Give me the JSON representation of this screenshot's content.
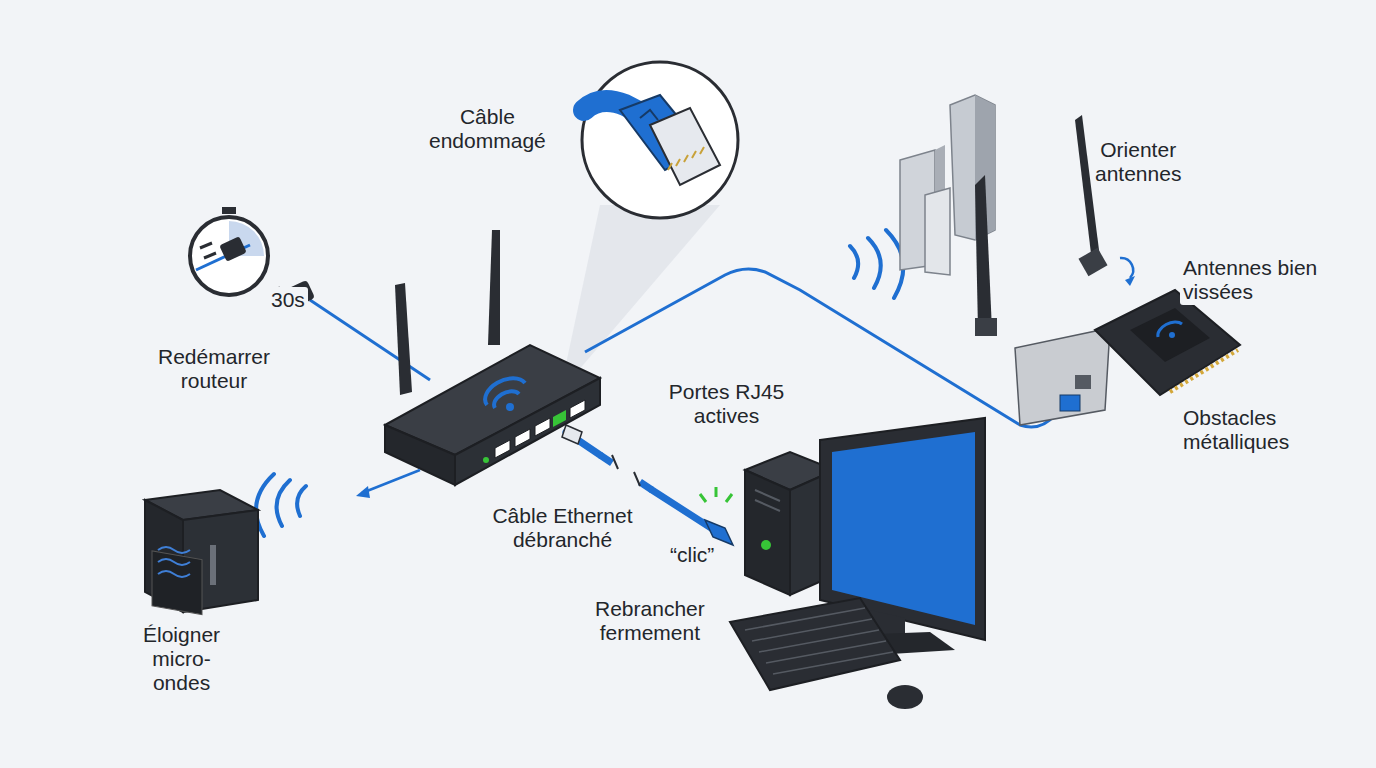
{
  "diagram": {
    "labels": [
      "Câble endommagé",
      "Orienter antennes",
      "Antennes bien vissées",
      "Obstacles métalliques",
      "30s",
      "Redémarrer routeur",
      "Portes RJ45 actives",
      "Câble Ethernet débranché",
      "“clic”",
      "Rebrancher fermement",
      "Éloigner micro-ondes"
    ]
  }
}
